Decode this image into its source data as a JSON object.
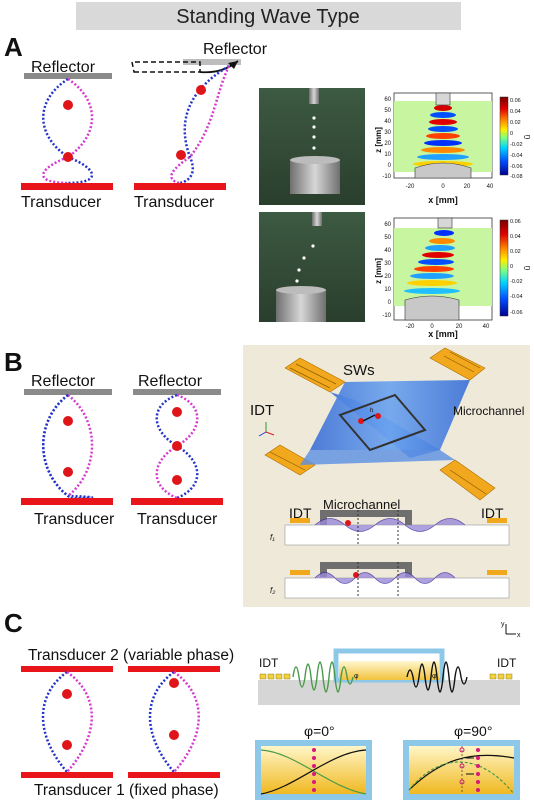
{
  "title": "Standing Wave Type",
  "panelA": {
    "letter": "A",
    "reflector_left": "Reflector",
    "reflector_right": "Reflector",
    "transducer_left": "Transducer",
    "transducer_right": "Transducer",
    "plot_top": {
      "ylabel": "z [mm]",
      "xlabel": "x [mm]",
      "yticks": [
        "60",
        "50",
        "40",
        "30",
        "20",
        "10",
        "0",
        "-10"
      ],
      "xticks": [
        "-20",
        "0",
        "20",
        "40"
      ],
      "cbar_ticks": [
        "0.06",
        "0.04",
        "0.02",
        "0",
        "-0.02",
        "-0.04",
        "-0.06",
        "-0.08"
      ],
      "cbar_label": "ũ"
    },
    "plot_bottom": {
      "ylabel": "z [mm]",
      "xlabel": "x [mm]",
      "yticks": [
        "60",
        "50",
        "40",
        "30",
        "20",
        "10",
        "0",
        "-10"
      ],
      "xticks": [
        "-20",
        "0",
        "20",
        "40"
      ],
      "cbar_ticks": [
        "0.06",
        "0.04",
        "0.02",
        "0",
        "-0.02",
        "-0.04",
        "-0.06"
      ],
      "cbar_label": "ũ"
    }
  },
  "panelB": {
    "letter": "B",
    "reflector_left": "Reflector",
    "reflector_right": "Reflector",
    "transducer_left": "Transducer",
    "transducer_right": "Transducer",
    "label_sws": "SWs",
    "label_idt": "IDT",
    "label_microchannel": "Microchannel",
    "label_microchannel2": "Microchannel",
    "label_idt_left": "IDT",
    "label_idt_right": "IDT",
    "label_f1": "f₁",
    "label_f2": "f₂"
  },
  "panelC": {
    "letter": "C",
    "top_label": "Transducer 2 (variable phase)",
    "bottom_label": "Transducer 1 (fixed phase)",
    "idt_left": "IDT",
    "idt_right": "IDT",
    "phi0": "φ=0°",
    "phi90": "φ=90°"
  },
  "colors": {
    "transducer": "#e8151b",
    "reflector": "#8a8a8a",
    "wave_blue": "#2433c8",
    "wave_magenta": "#d63bd0",
    "node": "#e0151a",
    "idt_gold": "#f2a81c",
    "substrate": "#e9e2cf",
    "channel_blue": "#8ec8e8"
  }
}
